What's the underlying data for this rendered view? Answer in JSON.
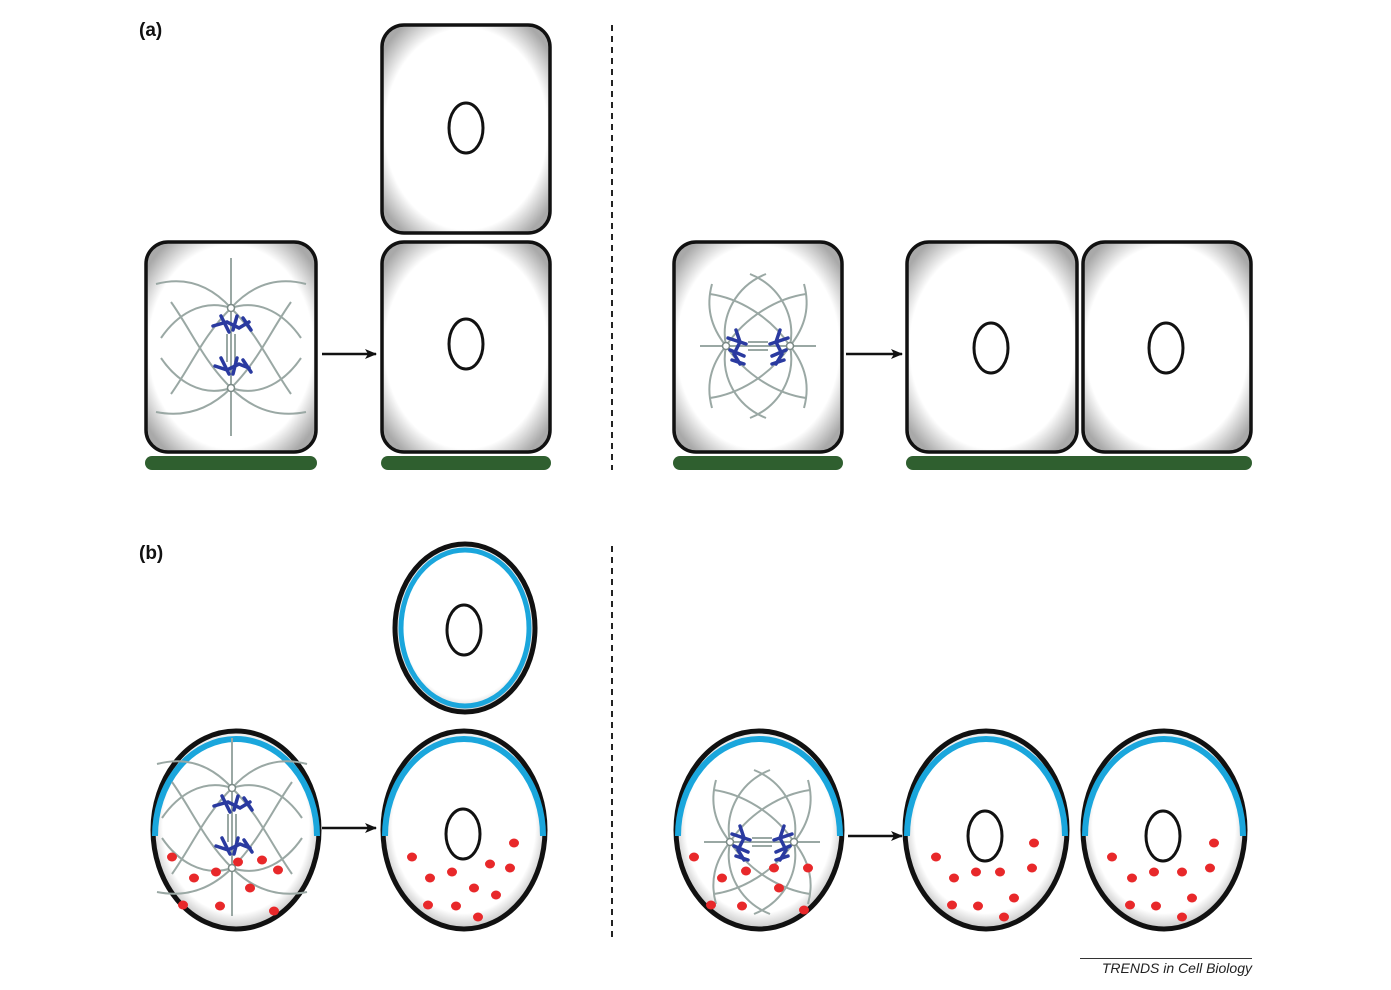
{
  "panels": {
    "a": {
      "label": "(a)"
    },
    "b": {
      "label": "(b)"
    }
  },
  "credit": "TRENDS in Cell Biology",
  "colors": {
    "cell_outline": "#111111",
    "cell_fill": "#ffffff",
    "cell_shadow": "#b8b8b8",
    "basement_membrane": "#2f5f2f",
    "chromosomes": "#2a3aa0",
    "spindle": "#9aa8a4",
    "apical_polarity": "#1aa6dc",
    "fate_determinants": "#e8282a",
    "divider": "#222222"
  }
}
